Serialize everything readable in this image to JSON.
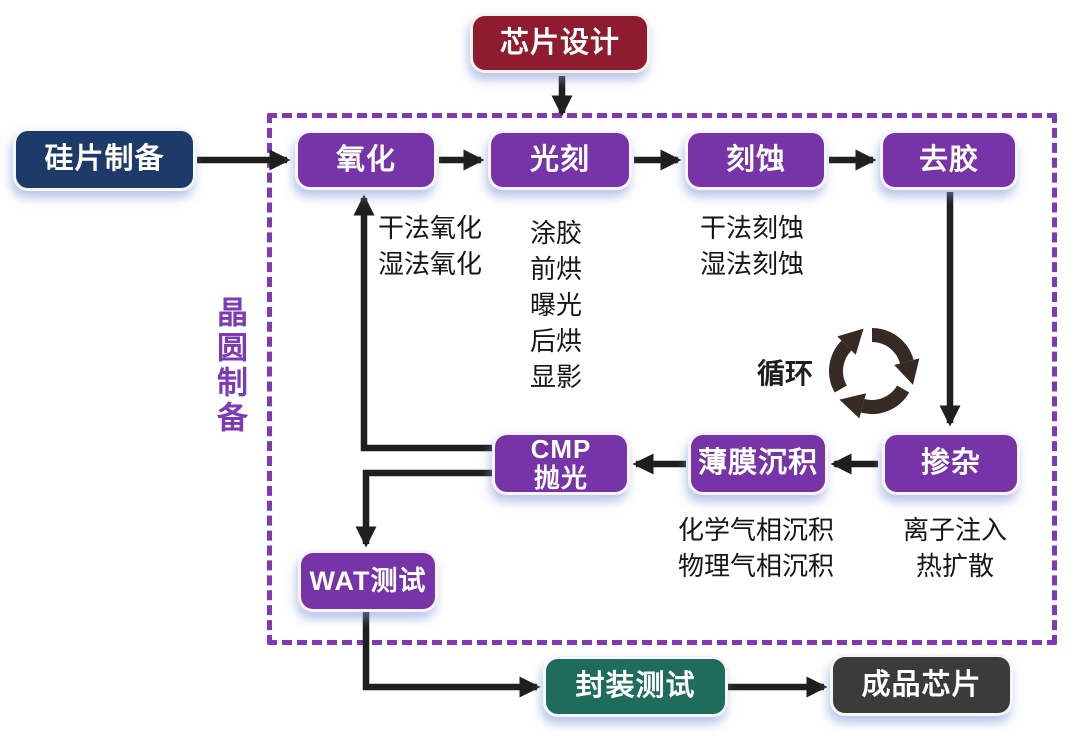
{
  "nodes": {
    "chip_design": "芯片设计",
    "wafer_prep": "硅片制备",
    "oxidation": "氧化",
    "litho": "光刻",
    "etch": "刻蚀",
    "strip": "去胶",
    "cmp_line1": "CMP",
    "cmp_line2": "抛光",
    "thin_film": "薄膜沉积",
    "doping": "掺杂",
    "wat": "WAT测试",
    "package_test": "封装测试",
    "finished_chip": "成品芯片"
  },
  "annotations": {
    "region_label": "晶圆制备",
    "cycle_label": "循环",
    "oxidation_methods": [
      "干法氧化",
      "湿法氧化"
    ],
    "litho_steps": [
      "涂胶",
      "前烘",
      "曝光",
      "后烘",
      "显影"
    ],
    "etch_methods": [
      "干法刻蚀",
      "湿法刻蚀"
    ],
    "deposition_methods": [
      "化学气相沉积",
      "物理气相沉积"
    ],
    "doping_methods": [
      "离子注入",
      "热扩散"
    ]
  },
  "colors": {
    "process_box": "#7733A8",
    "design_box": "#8E1B2E",
    "wafer_box": "#1E3A68",
    "package_box": "#1F6B5C",
    "finished_chip_box": "#3B3B3B",
    "region_border": "#7D3AB5",
    "arrow": "#1F1F1F",
    "cycle_icon": "#352A24"
  }
}
